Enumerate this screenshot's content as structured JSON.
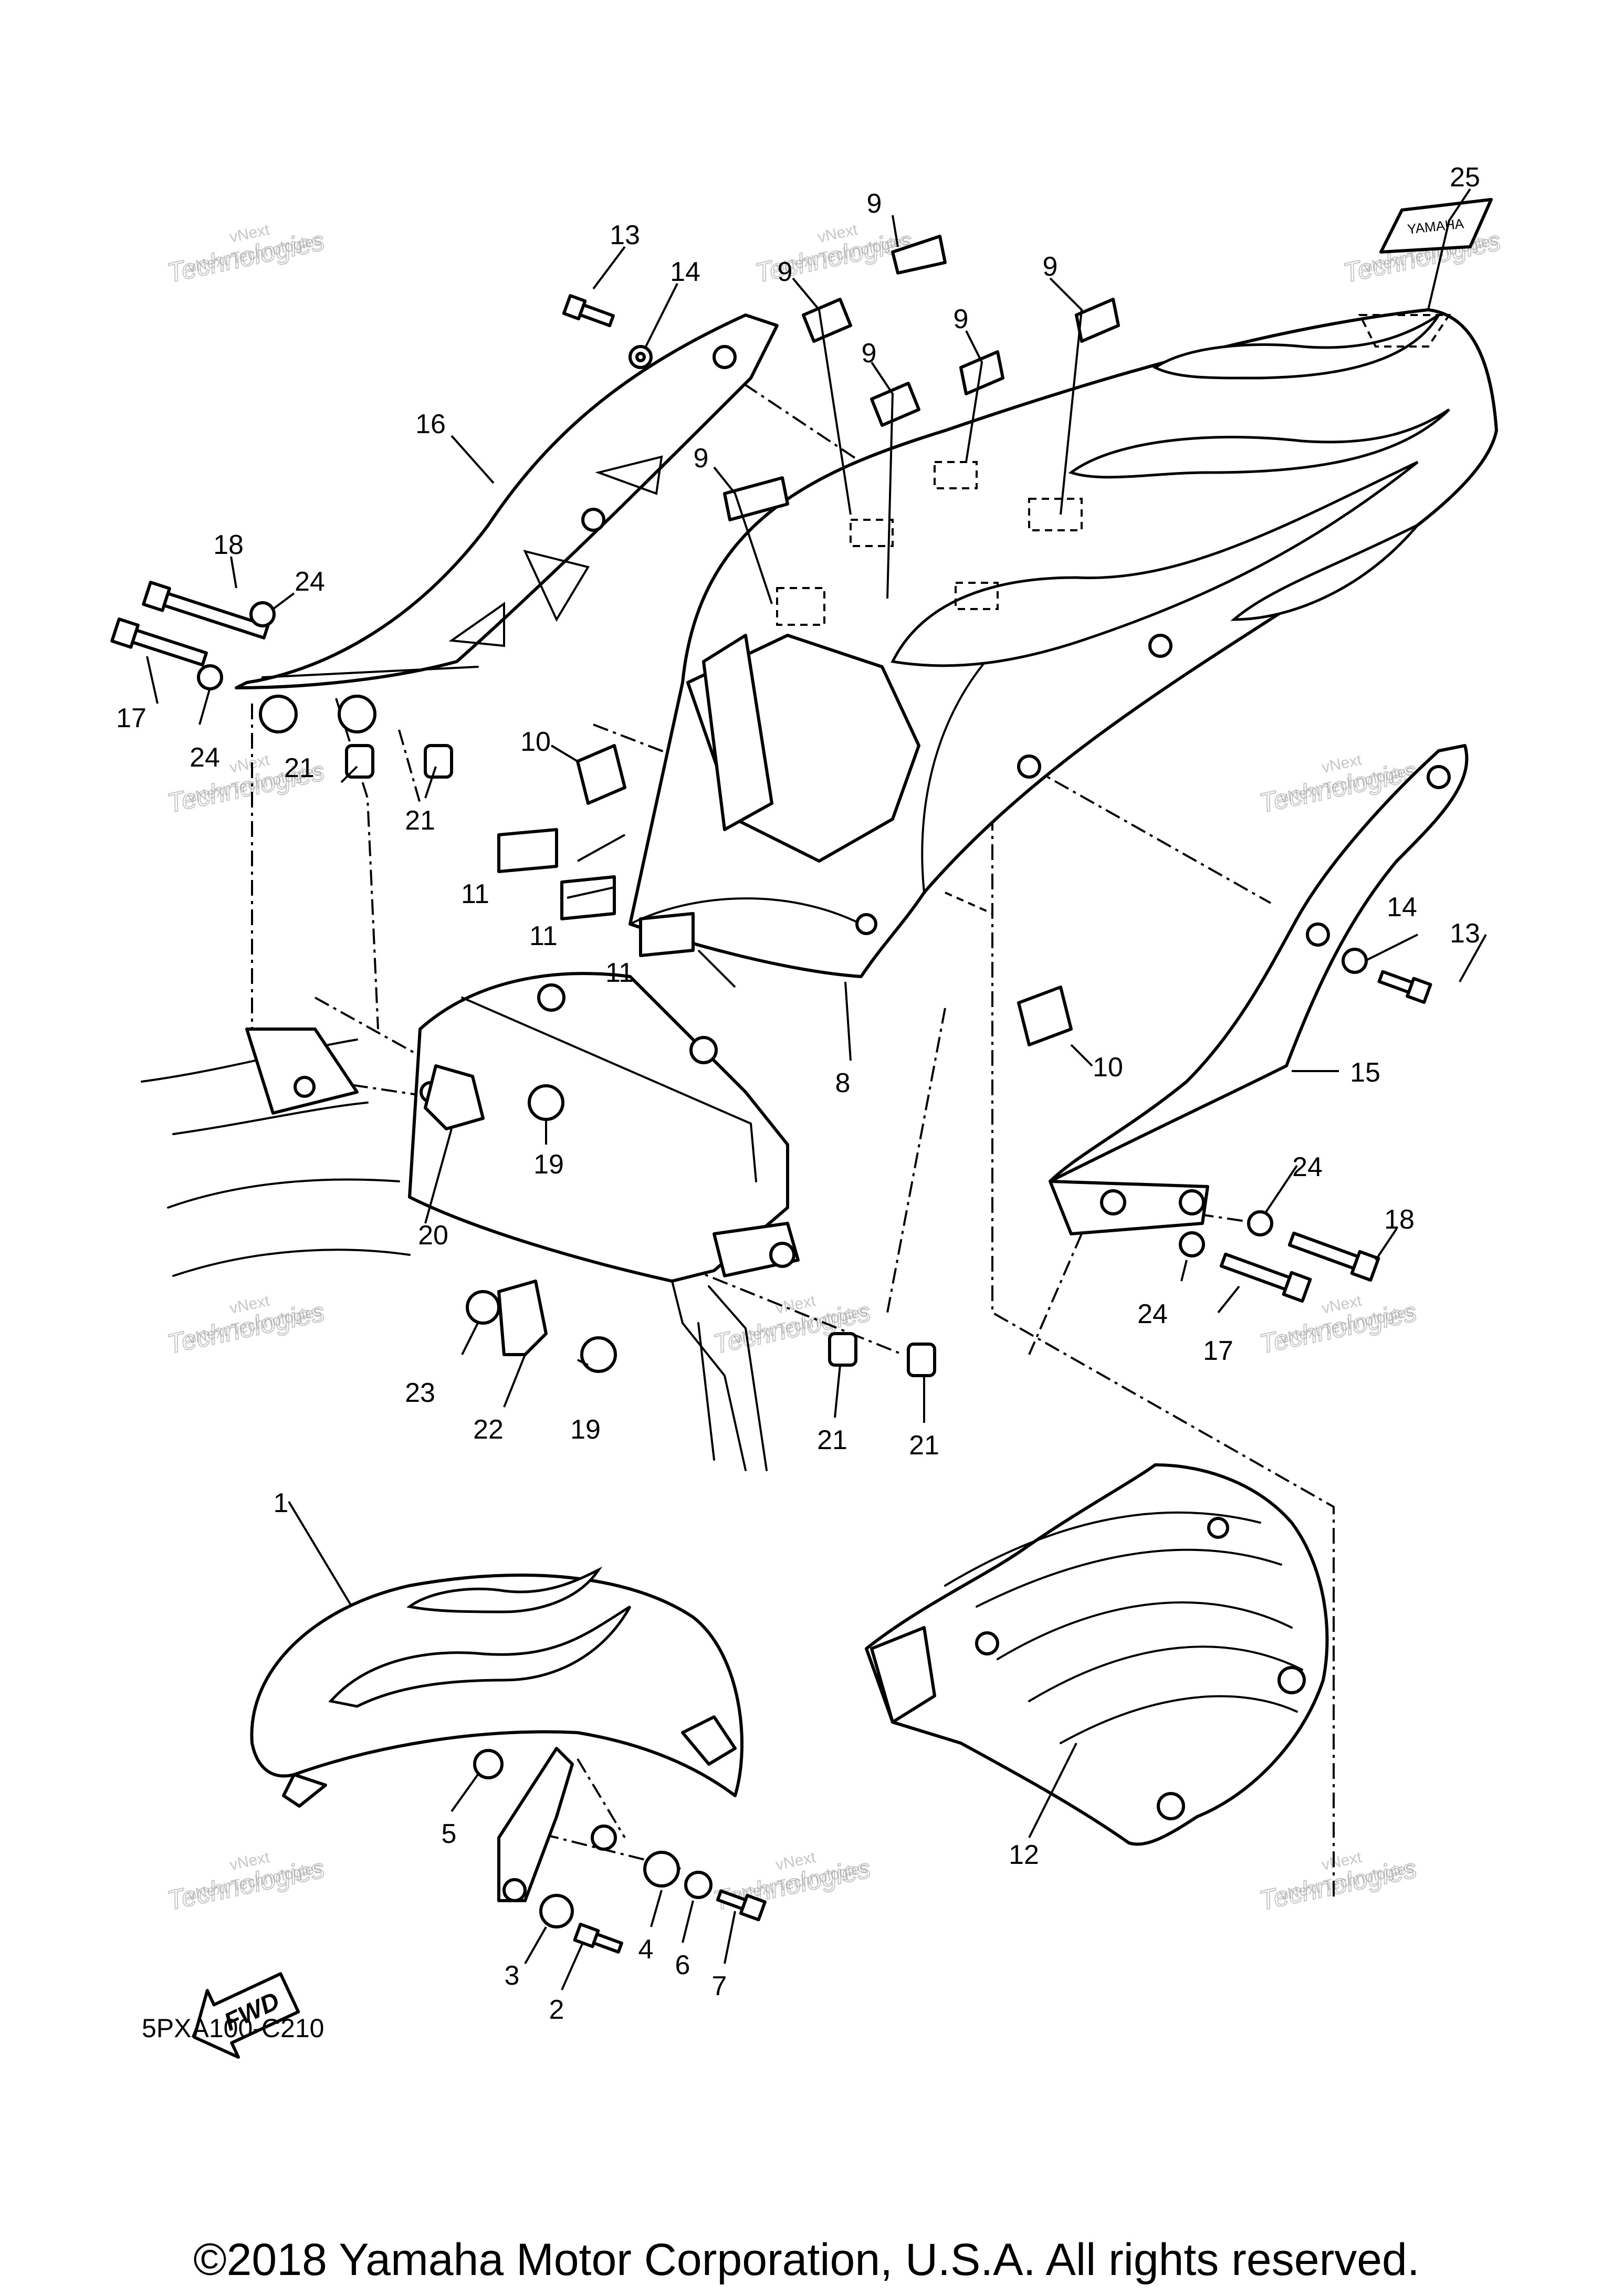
{
  "diagram_code": "5PXA100-C210",
  "copyright": "©2018 Yamaha Motor Corporation, U.S.A. All rights reserved.",
  "fwd_label": "FWD",
  "decal_text": "YAMAHA",
  "watermark": {
    "line1": "vNext Technologies",
    "line2": "vNext",
    "line3": "Technologies"
  },
  "callouts": {
    "c1": "1",
    "c2": "2",
    "c3": "3",
    "c4": "4",
    "c5": "5",
    "c6": "6",
    "c7": "7",
    "c8": "8",
    "c9a": "9",
    "c9b": "9",
    "c9c": "9",
    "c9d": "9",
    "c9e": "9",
    "c9f": "9",
    "c10a": "10",
    "c10b": "10",
    "c11a": "11",
    "c11b": "11",
    "c11c": "11",
    "c12": "12",
    "c13a": "13",
    "c13b": "13",
    "c14a": "14",
    "c14b": "14",
    "c15": "15",
    "c16": "16",
    "c17a": "17",
    "c17b": "17",
    "c18a": "18",
    "c18b": "18",
    "c19a": "19",
    "c19b": "19",
    "c20": "20",
    "c21a": "21",
    "c21b": "21",
    "c21c": "21",
    "c21d": "21",
    "c22": "22",
    "c23": "23",
    "c24a": "24",
    "c24b": "24",
    "c24c": "24",
    "c24d": "24",
    "c25": "25"
  }
}
